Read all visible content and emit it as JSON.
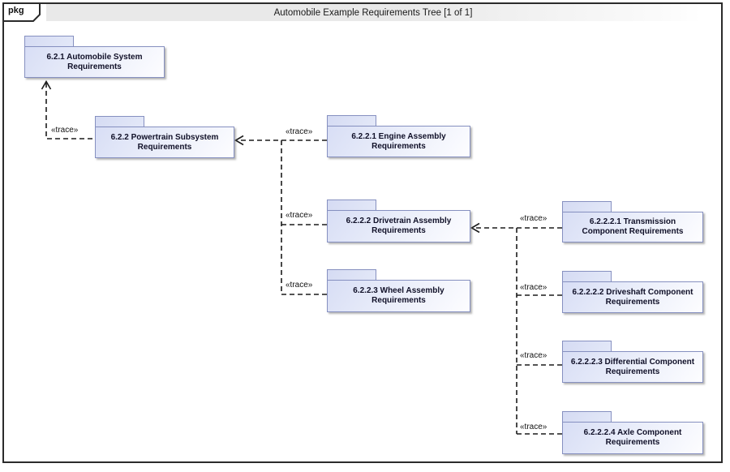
{
  "frame": {
    "kind": "pkg",
    "title": "Automobile Example Requirements Tree [1 of 1]"
  },
  "nodes": {
    "autoSystem": {
      "id": "6.2.1",
      "label": "6.2.1 Automobile System\nRequirements"
    },
    "powertrain": {
      "id": "6.2.2",
      "label": "6.2.2 Powertrain Subsystem\nRequirements"
    },
    "engine": {
      "id": "6.2.2.1",
      "label": "6.2.2.1 Engine Assembly\nRequirements"
    },
    "drivetrain": {
      "id": "6.2.2.2",
      "label": "6.2.2.2 Drivetrain Assembly\nRequirements"
    },
    "wheel": {
      "id": "6.2.2.3",
      "label": "6.2.2.3 Wheel Assembly\nRequirements"
    },
    "transmission": {
      "id": "6.2.2.2.1",
      "label": "6.2.2.2.1 Transmission\nComponent Requirements"
    },
    "driveshaft": {
      "id": "6.2.2.2.2",
      "label": "6.2.2.2.2 Driveshaft Component\nRequirements"
    },
    "differential": {
      "id": "6.2.2.2.3",
      "label": "6.2.2.2.3 Differential Component\nRequirements"
    },
    "axle": {
      "id": "6.2.2.2.4",
      "label": "6.2.2.2.4 Axle Component\nRequirements"
    }
  },
  "connectors": [
    {
      "from": "powertrain",
      "to": "autoSystem",
      "label": "«trace»"
    },
    {
      "from": "engine",
      "to": "powertrain",
      "label": "«trace»"
    },
    {
      "from": "drivetrain",
      "to": "powertrain",
      "label": "«trace»"
    },
    {
      "from": "wheel",
      "to": "powertrain",
      "label": "«trace»"
    },
    {
      "from": "transmission",
      "to": "drivetrain",
      "label": "«trace»"
    },
    {
      "from": "driveshaft",
      "to": "drivetrain",
      "label": "«trace»"
    },
    {
      "from": "differential",
      "to": "drivetrain",
      "label": "«trace»"
    },
    {
      "from": "axle",
      "to": "drivetrain",
      "label": "«trace»"
    }
  ],
  "colors": {
    "package_border": "#8690c0",
    "package_fill": "#d8def5",
    "title_bar": "#e9e9e9",
    "frame_border": "#2b2b2b",
    "connector": "#1c1c1c"
  }
}
